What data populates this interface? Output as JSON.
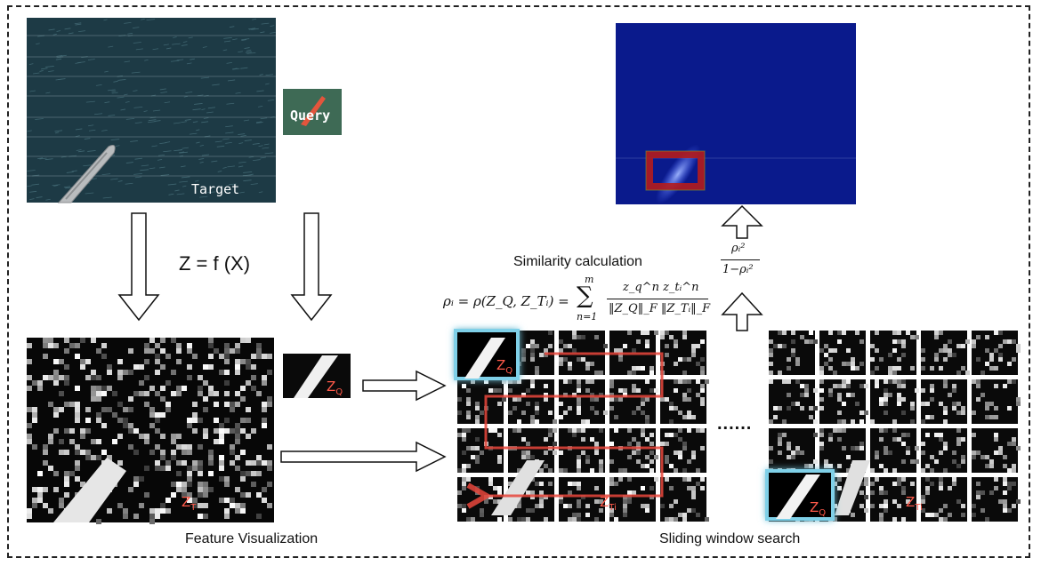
{
  "labels": {
    "target": "Target",
    "query": "Query",
    "equation_z": "Z = f (X)",
    "similarity_title": "Similarity calculation",
    "feature_visualization": "Feature Visualization",
    "sliding_window": "Sliding window search",
    "dots": "......",
    "zt_main": "Z",
    "zt_sub": "T",
    "zq_main": "Z",
    "zq_sub": "Q",
    "zti_main": "Z",
    "zti_sub": "Ti"
  },
  "formula": {
    "lhs": "ρᵢ = ρ(Z_Q, Z_Tᵢ) =",
    "sum_top": "m",
    "sum_sym": "∑",
    "sum_bottom": "n=1",
    "numerator": "z_q^n z_tᵢ^n",
    "denominator": "‖Z_Q‖_F ‖Z_Tᵢ‖_F",
    "side_numerator": "ρᵢ²",
    "side_denominator": "1−ρᵢ²"
  },
  "colors": {
    "ocean": "#1d3a45",
    "heatmap": "#0a1a8c",
    "path": "#e8473c",
    "glow": "#7fd0e8"
  }
}
